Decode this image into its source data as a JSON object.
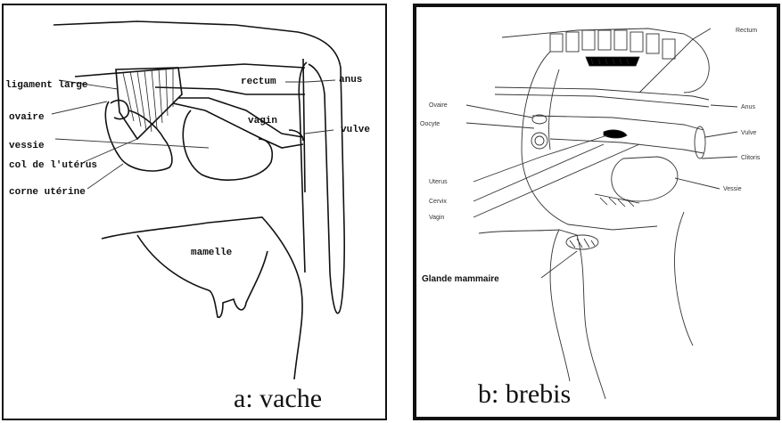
{
  "panel_a": {
    "caption": "a: vache",
    "labels": {
      "ligament": "ligament large",
      "ovaire": "ovaire",
      "vessie": "vessie",
      "col": "col de l'utérus",
      "corne": "corne utérine",
      "rectum": "rectum",
      "vagin": "vagin",
      "anus": "anus",
      "vulve": "vulve",
      "mamelle": "mamelle"
    }
  },
  "panel_b": {
    "caption": "b: brebis",
    "labels": {
      "rectum": "Rectum",
      "ovaire": "Ovaire",
      "oocyte": "Oocyte",
      "anus": "Anus",
      "vulve": "Vulve",
      "clitoris": "Clitoris",
      "uterus": "Uterus",
      "vessie": "Vessie",
      "cervix": "Cervix",
      "vagin": "Vagin",
      "glande": "Glande mammaire"
    }
  }
}
